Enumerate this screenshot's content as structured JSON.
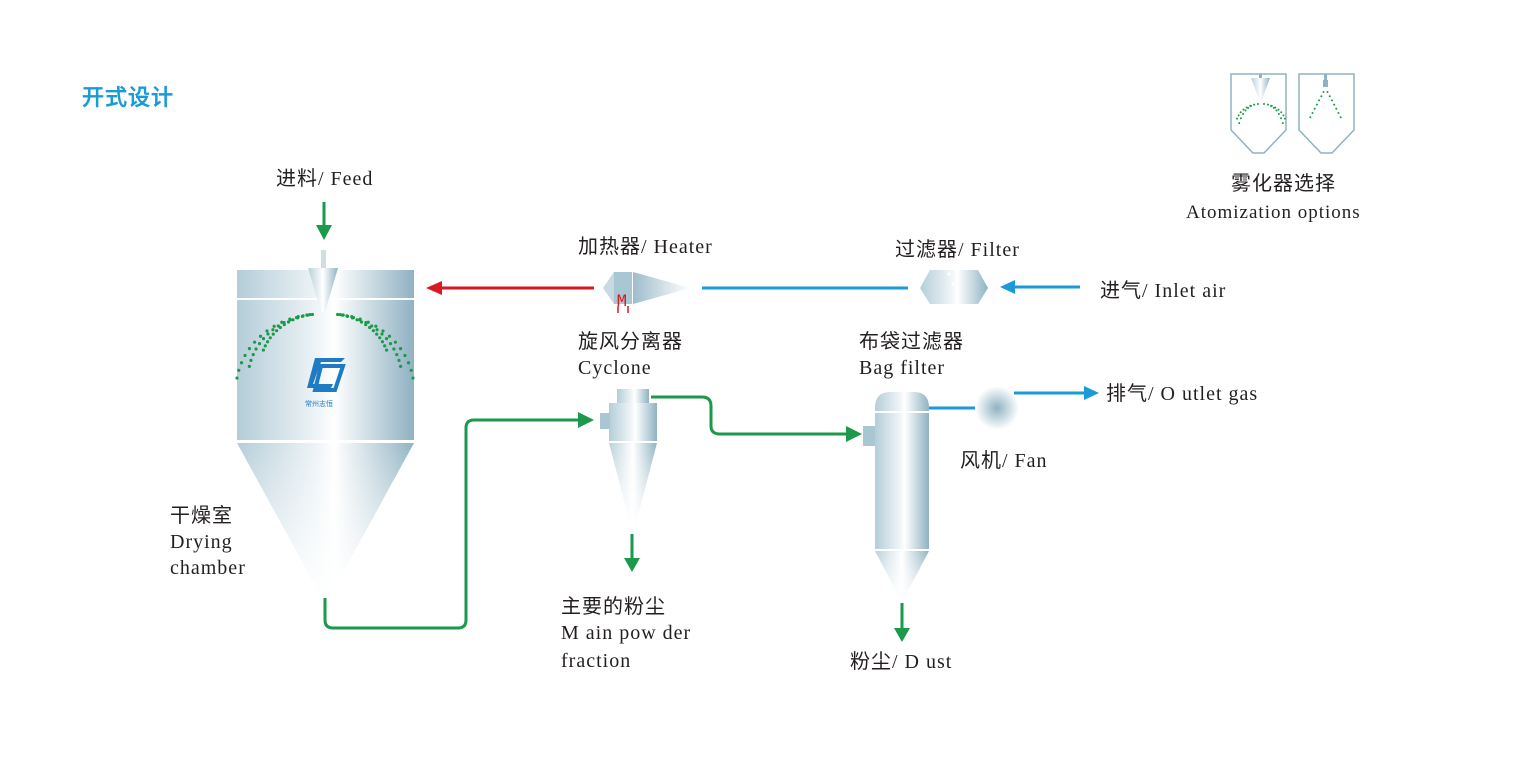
{
  "title": "开式设计",
  "colors": {
    "title": "#1a9ad6",
    "product_flow": "#1a9a4a",
    "hot_air": "#d71a21",
    "air": "#1a9ad6",
    "equipment": "#a9c6d3",
    "spray_dots": "#1a9a4a"
  },
  "labels": {
    "feed": "进料/ Feed",
    "heater": "加热器/ Heater",
    "filter": "过滤器/ Filter",
    "inlet_air": "进气/ Inlet air",
    "cyclone_cn": "旋风分离器",
    "cyclone_en": "Cyclone",
    "bag_filter_cn": "布袋过滤器",
    "bag_filter_en": "Bag filter",
    "outlet_gas": "排气/ O utlet gas",
    "fan": "风机/ Fan",
    "drying_chamber_cn": "干燥室",
    "drying_chamber_en1": "Drying",
    "drying_chamber_en2": "chamber",
    "main_powder_cn": "主要的粉尘",
    "main_powder_en1": "M ain pow der",
    "main_powder_en2": "fraction",
    "dust": "粉尘/ D ust",
    "atomization_cn": "雾化器选择",
    "atomization_en": "Atomization options",
    "heater_mark": "M",
    "logo_company": "常州志恒"
  }
}
